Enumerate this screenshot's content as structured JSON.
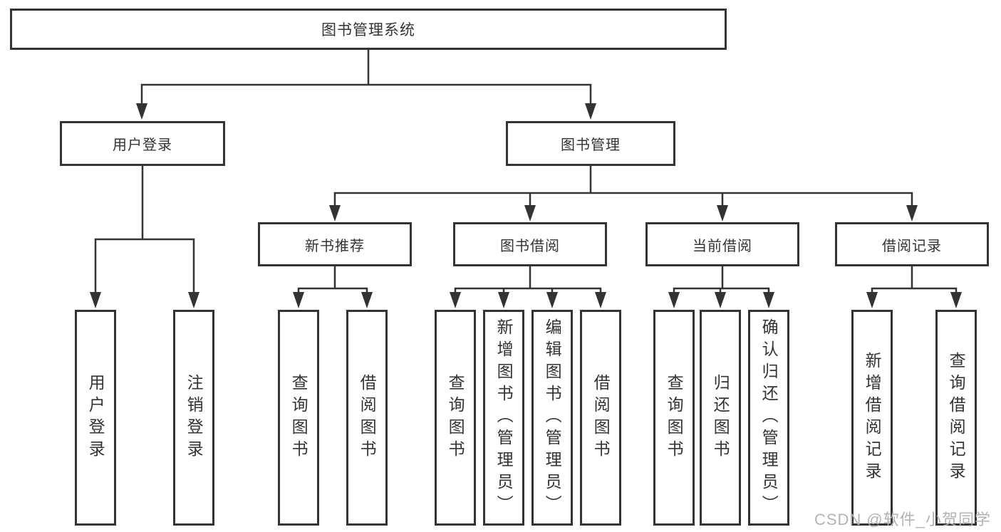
{
  "tree": {
    "root": {
      "label": "图书管理系统"
    },
    "branches": [
      {
        "label": "用户登录",
        "leaves": [
          "用户登录",
          "注销登录"
        ]
      },
      {
        "label": "图书管理",
        "sections": [
          {
            "label": "新书推荐",
            "leaves": [
              "查询图书",
              "借阅图书"
            ]
          },
          {
            "label": "图书借阅",
            "leaves": [
              "查询图书",
              "新增图书（管理员）",
              "编辑图书（管理员）",
              "借阅图书"
            ]
          },
          {
            "label": "当前借阅",
            "leaves": [
              "查询图书",
              "归还图书",
              "确认归还（管理员）"
            ]
          },
          {
            "label": "借阅记录",
            "leaves": [
              "新增借阅记录",
              "查询借阅记录"
            ]
          }
        ]
      }
    ]
  },
  "colors": {
    "line": "#333333",
    "box_border": "#333333",
    "background": "#ffffff",
    "watermark": "#b3b3b3"
  },
  "watermark": "CSDN @软件_小贺同学"
}
